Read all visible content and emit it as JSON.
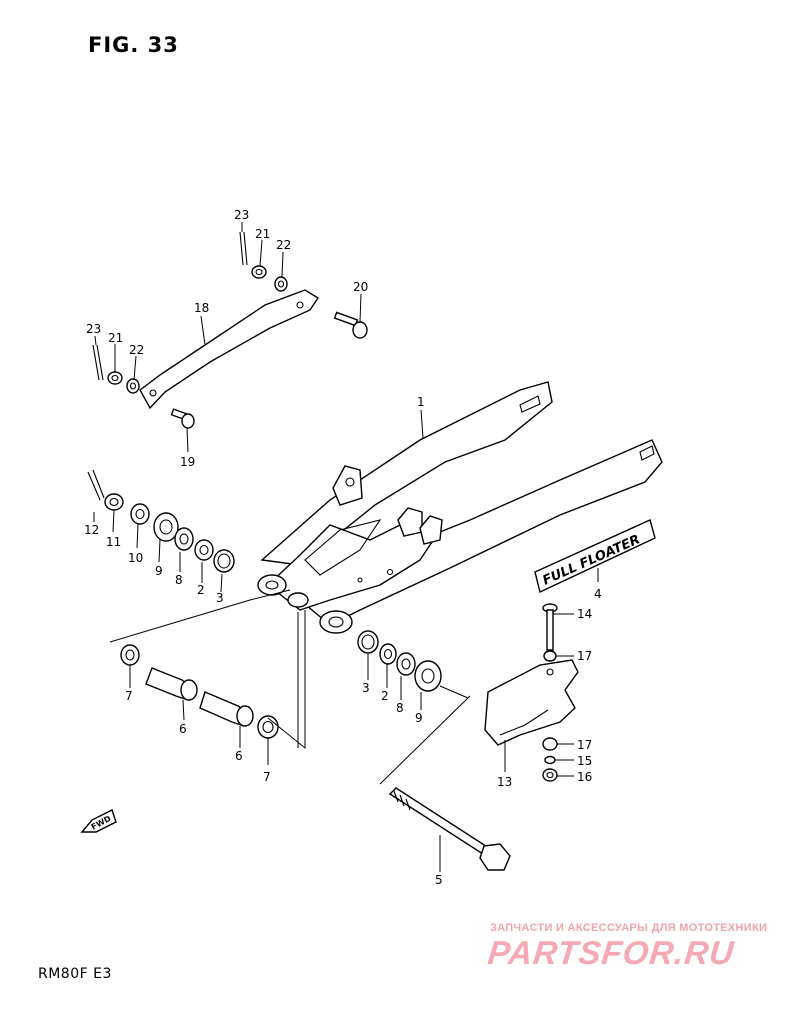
{
  "figure": {
    "title": "FIG. 33",
    "model": "RM80F E3"
  },
  "callouts": {
    "c1": "1",
    "c2a": "2",
    "c2b": "2",
    "c3a": "3",
    "c3b": "3",
    "c4": "4",
    "c5": "5",
    "c6a": "6",
    "c6b": "6",
    "c7a": "7",
    "c7b": "7",
    "c8a": "8",
    "c8b": "8",
    "c9a": "9",
    "c9b": "9",
    "c10": "10",
    "c11": "11",
    "c12": "12",
    "c13": "13",
    "c14": "14",
    "c15": "15",
    "c16": "16",
    "c17a": "17",
    "c17b": "17",
    "c18": "18",
    "c19": "19",
    "c20": "20",
    "c21a": "21",
    "c21b": "21",
    "c22a": "22",
    "c22b": "22",
    "c23a": "23",
    "c23b": "23"
  },
  "decal": {
    "text": "FULL FLOATER"
  },
  "arrow": {
    "label": "FWD"
  },
  "watermark": {
    "tagline": "ЗАПЧАСТИ И АКСЕССУАРЫ ДЛЯ МОТОТЕХНИКИ",
    "logo": "PARTSFOR.RU"
  }
}
